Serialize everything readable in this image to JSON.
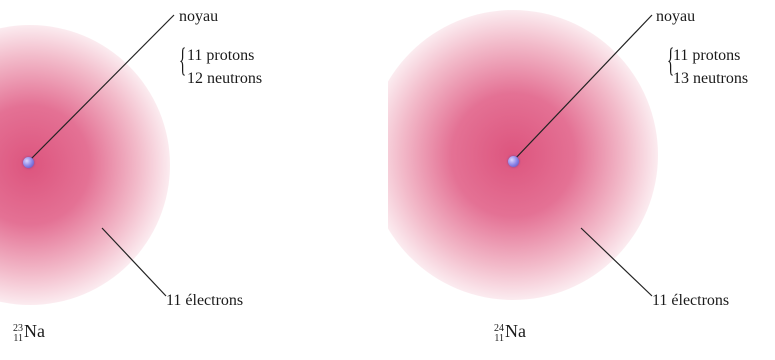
{
  "atoms": [
    {
      "nucleus_label": "noyau",
      "protons": "11 protons",
      "neutrons": "12 neutrons",
      "electrons": "11 électrons",
      "mass_number": "23",
      "atomic_number": "11",
      "symbol": "Na"
    },
    {
      "nucleus_label": "noyau",
      "protons": "11 protons",
      "neutrons": "13 neutrons",
      "electrons": "11 électrons",
      "mass_number": "24",
      "atomic_number": "11",
      "symbol": "Na"
    }
  ],
  "colors": {
    "electron_cloud": "#da4673",
    "nucleus": "#7c74de",
    "text": "#1a1a1a"
  }
}
